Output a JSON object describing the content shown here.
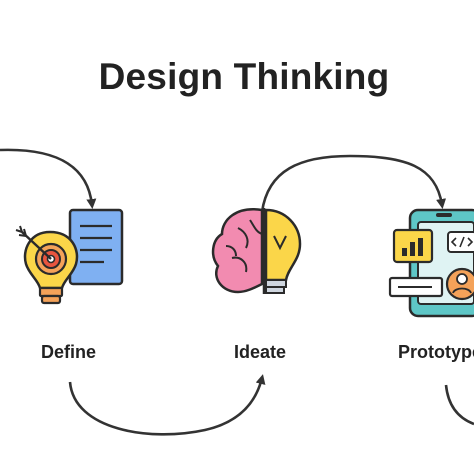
{
  "title": "Design Thinking",
  "stages": [
    {
      "label": "Define",
      "icon": "lightbulb-target-document-icon"
    },
    {
      "label": "Ideate",
      "icon": "brain-lightbulb-icon"
    },
    {
      "label": "Prototype",
      "icon": "tablet-prototype-icon"
    }
  ],
  "colors": {
    "text": "#222222",
    "outline": "#2b2b2b",
    "yellow": "#fbd649",
    "orange": "#f4a259",
    "red": "#e8553f",
    "blue": "#7fb0f2",
    "pink": "#f28bb0",
    "teal": "#5ec6c6"
  }
}
